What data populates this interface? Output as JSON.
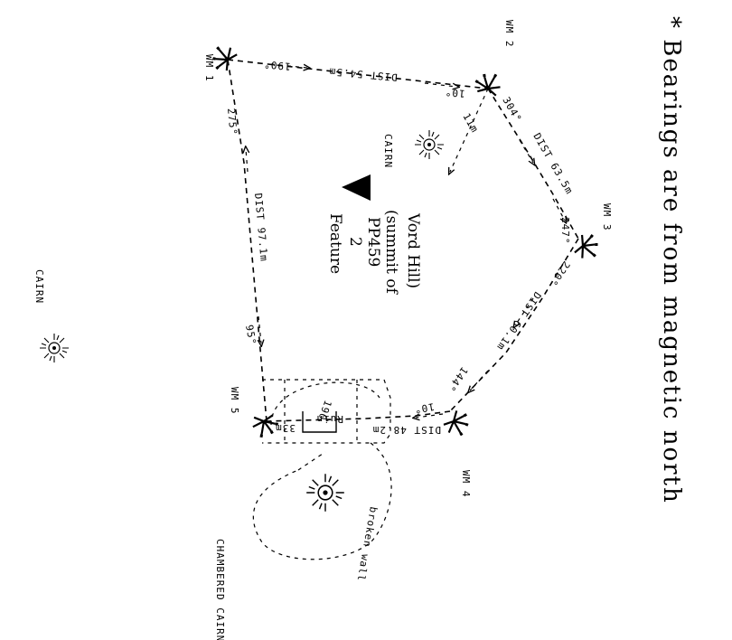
{
  "markers": {
    "wm1": "WM 1",
    "wm2": "WM 2",
    "wm3": "WM 3",
    "wm4": "WM 4",
    "wm5": "WM 5"
  },
  "legs": {
    "leg1_bearing": "190°",
    "leg1_dist": "DIST 54.5m",
    "leg2_bearing": "10°",
    "leg2_bearing2": "304°",
    "leg2_dist": "DIST 63.5m",
    "leg3_bearing": "247°",
    "leg3_dist": "DIST 60.1m",
    "leg3_bearing2": "220°",
    "leg4_bearing": "10°",
    "leg4_bearing2": "144°",
    "leg4_dist": "DIST 48.2m",
    "leg5_bearing": "95°",
    "leg5_dist": "DIST 97.1m",
    "leg5_bearing2": "275°",
    "cairn_dist": "11m"
  },
  "labels": {
    "cairn_top": "CAIRN",
    "cairn_left": "CAIRN",
    "ruin": "Ruin",
    "ruin_bearing": "190",
    "ruin_dist": "33m",
    "broken_wall": "broken wall",
    "chambered_cairn": "CHAMBERED CAIRN",
    "feature_line1": "Feature",
    "feature_line2": "2",
    "feature_line3": "PP459",
    "feature_line4": "(summit of",
    "feature_line5": "Vord Hill)",
    "note": "* Bearings are from magnetic north"
  }
}
